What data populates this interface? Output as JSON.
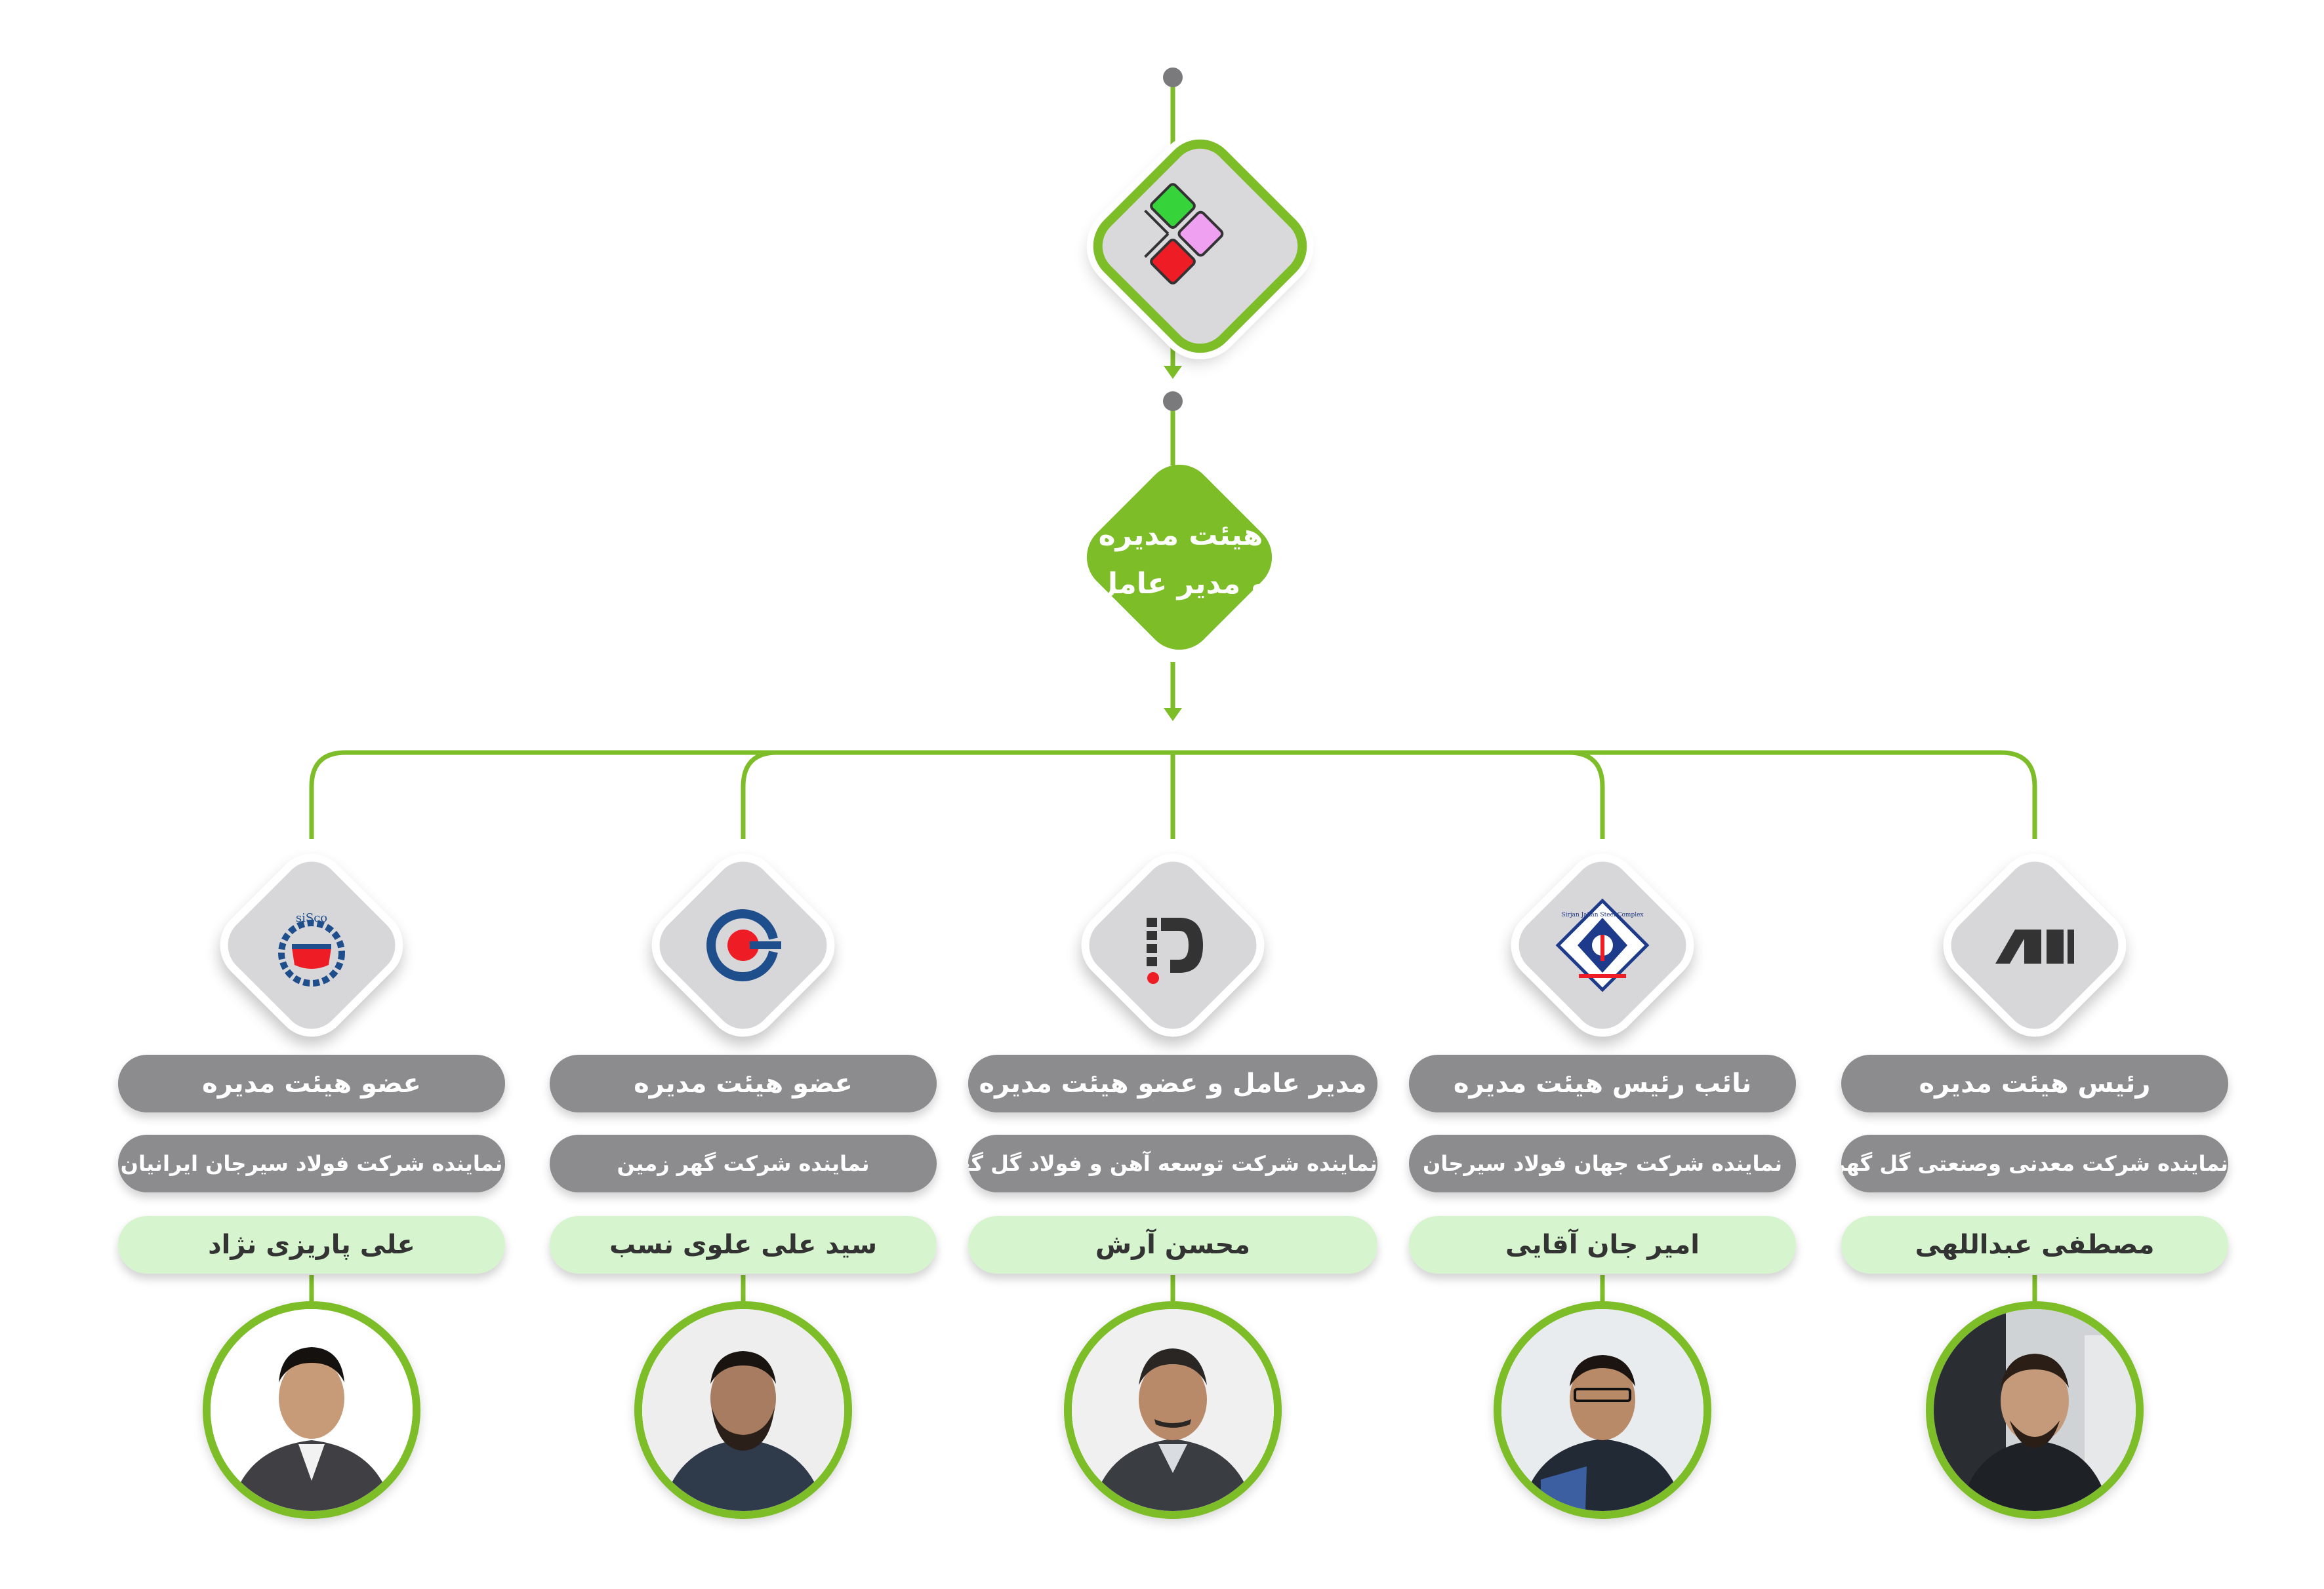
{
  "board": {
    "title_line1": "هیئت مدیره",
    "title_line2": "و مدیر عامل"
  },
  "company_logo_icon": "colored-squares-logo-icon",
  "colors": {
    "accent_green": "#7dbd28",
    "pill_gray": "#8c8c8e",
    "name_green": "#d6f5cf",
    "logo_gray": "#d7d7d9"
  },
  "members": [
    {
      "role": "رئیس هیئت مدیره",
      "represents": "نماینده شرکت معدنی وصنعتی گل گهر",
      "name": "مصطفی عبداللهی",
      "logo_icon": "gol-gohar-logo-icon"
    },
    {
      "role": "نائب رئیس هیئت مدیره",
      "represents": "نماینده شرکت جهان فولاد سیرجان",
      "name": "امیر جان آقایی",
      "logo_icon": "sirjan-jahan-steel-logo-icon",
      "logo_text": "Sirjan Jahan Steel Complex"
    },
    {
      "role": "مدیر عامل و عضو هیئت مدیره",
      "represents": "نماینده شرکت توسعه آهن و فولاد گل گهر",
      "name": "محسن آرش",
      "logo_icon": "d-letter-logo-icon"
    },
    {
      "role": "عضو هیئت مدیره",
      "represents": "نماینده شرکت گهر زمین",
      "name": "سید علی علوی نسب",
      "logo_icon": "gohar-zamin-logo-icon"
    },
    {
      "role": "عضو هیئت مدیره",
      "represents": "نماینده شرکت فولاد سیرجان ایرانیان",
      "name": "علی پاریزی نژاد",
      "logo_icon": "sisco-logo-icon",
      "logo_text": "siSco"
    }
  ]
}
